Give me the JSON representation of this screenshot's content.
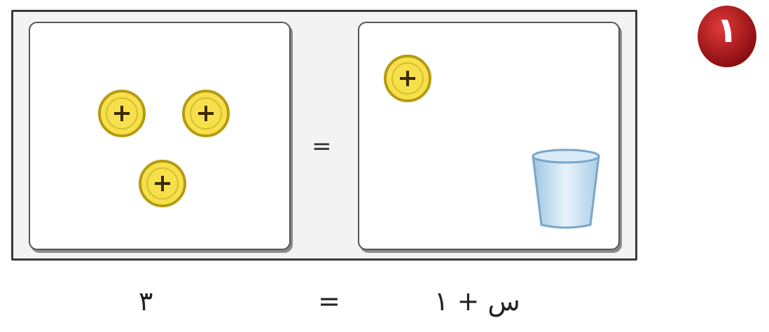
{
  "problem": {
    "number": "١"
  },
  "equation": {
    "left": "٣",
    "equals": "=",
    "right": "س + ١"
  },
  "mat": {
    "equals_sign": "=",
    "left_panel": {
      "positive_tiles": 3,
      "tile_symbol": "+"
    },
    "right_panel": {
      "positive_tiles": 1,
      "tile_symbol": "+",
      "cups": 1
    }
  },
  "colors": {
    "tile_fill": "#f6e04b",
    "tile_ring": "#b79a12",
    "badge": "#b1181c",
    "cup": "#bcd8ec"
  },
  "icons": [
    "positive-tile-icon",
    "cup-icon",
    "problem-number-badge"
  ]
}
